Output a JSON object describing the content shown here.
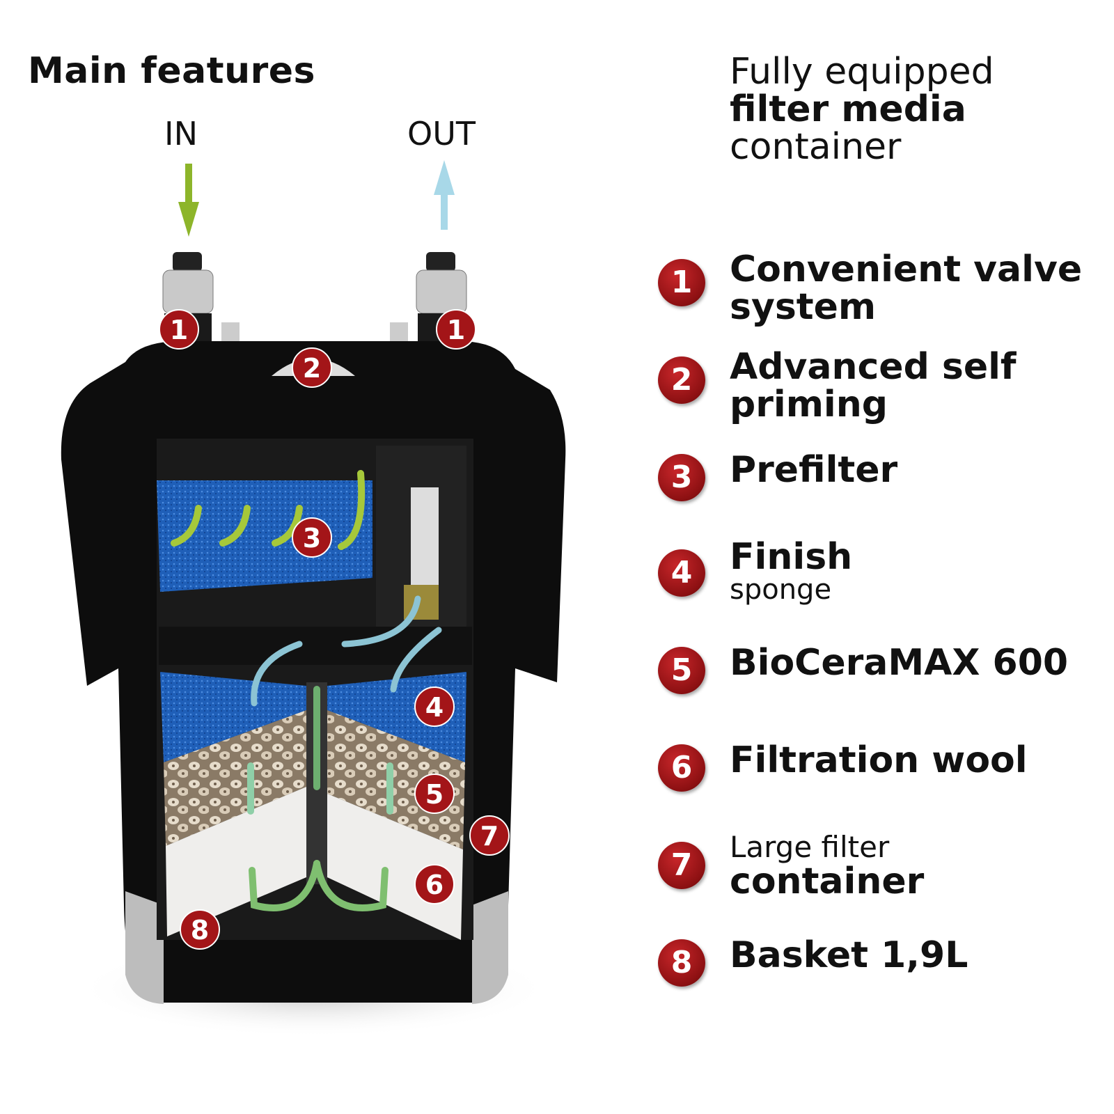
{
  "main_title": "Main features",
  "flow": {
    "in_label": "IN",
    "out_label": "OUT"
  },
  "subtitle": {
    "line1": "Fully equipped",
    "line2": "filter media",
    "line3": "container"
  },
  "features": [
    {
      "number": "1",
      "lines": [
        "Convenient valve",
        "system"
      ]
    },
    {
      "number": "2",
      "lines": [
        "Advanced self",
        "priming"
      ]
    },
    {
      "number": "3",
      "lines": [
        "Prefilter"
      ]
    },
    {
      "number": "4",
      "lines": [
        "Finish",
        "sponge"
      ]
    },
    {
      "number": "5",
      "lines": [
        "BioCeraMAX 600"
      ]
    },
    {
      "number": "6",
      "lines": [
        "Filtration wool"
      ]
    },
    {
      "number": "7",
      "lines": [
        "Large filter",
        "container"
      ]
    },
    {
      "number": "8",
      "lines": [
        "Basket 1,9L"
      ]
    }
  ],
  "colors": {
    "badge_red": "#a31518",
    "in_arrow": "#8db52a",
    "out_arrow": "#a8d8e8",
    "sponge_blue": "#1f5fb8"
  }
}
